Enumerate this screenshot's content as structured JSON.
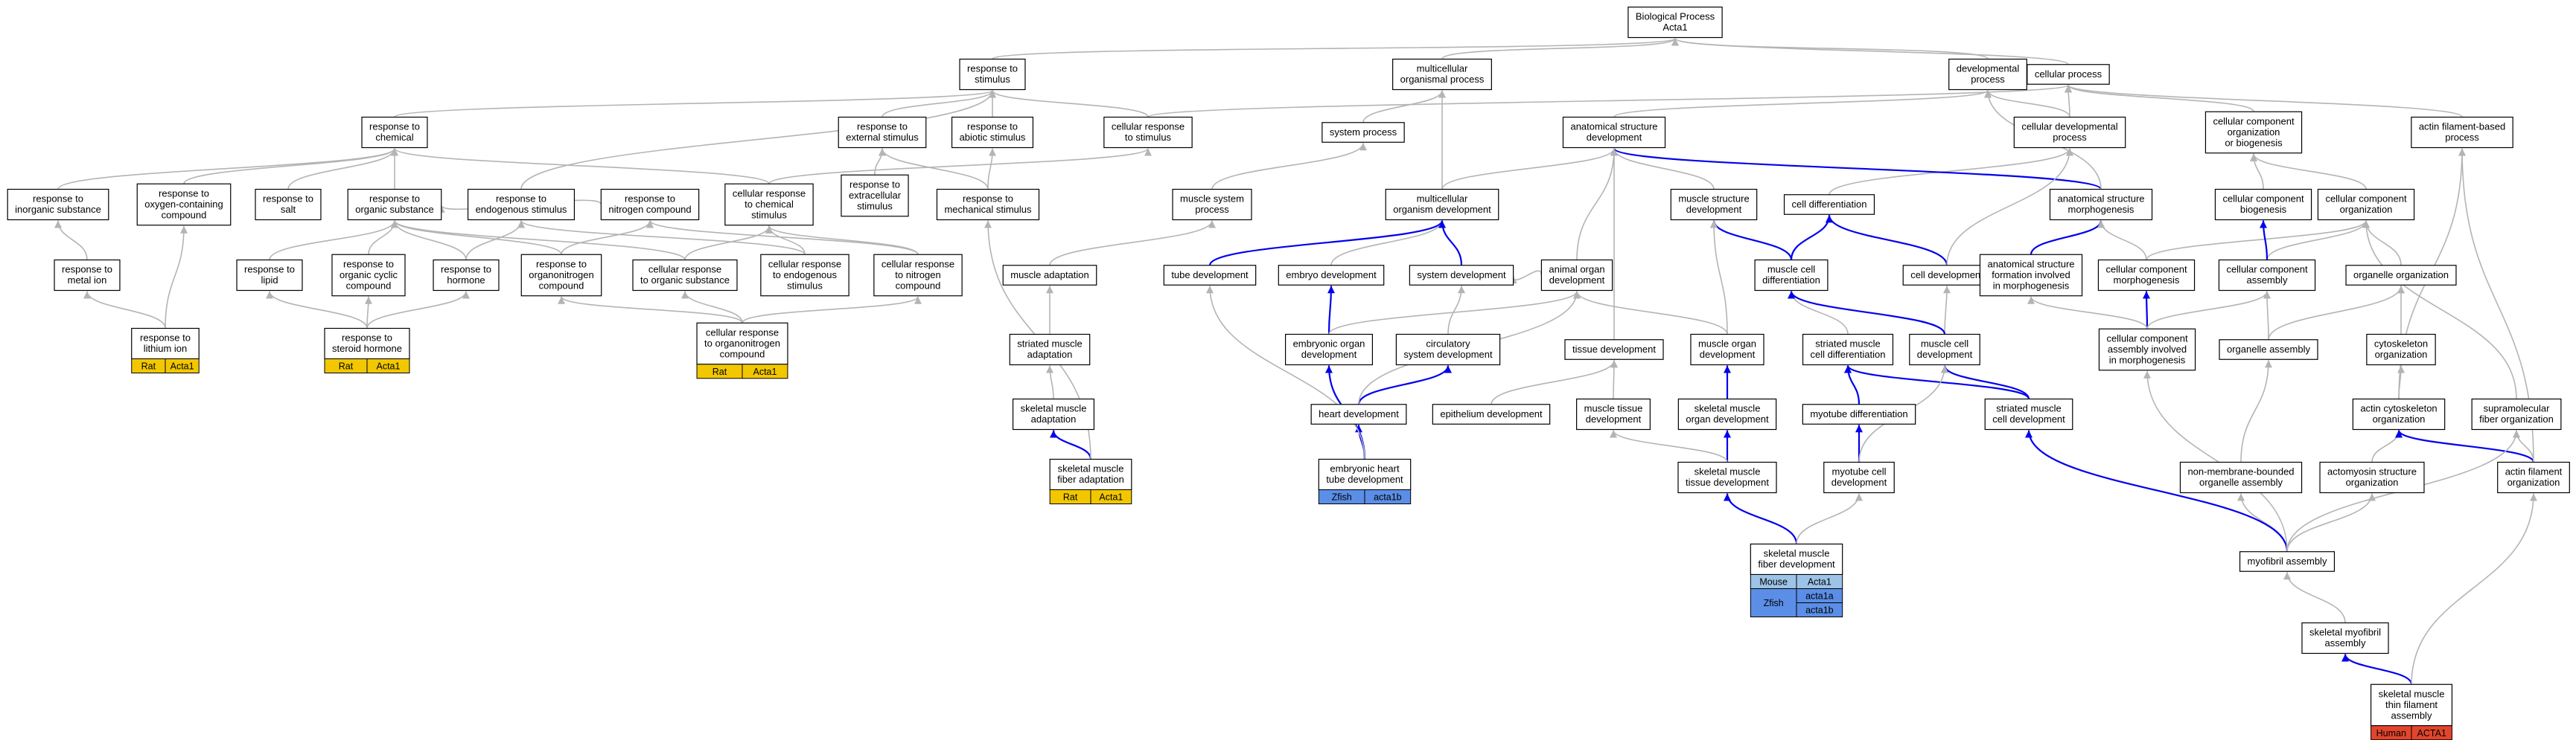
{
  "colors": {
    "rat": "#f2c700",
    "human": "#e2452c",
    "mouse": "#9dc3e6",
    "zfish": "#5b8ee6",
    "gray_edge": "#b4b4b4",
    "blue_edge": "#0000ee"
  },
  "nodes": {
    "bp": {
      "lines": [
        "Biological Process",
        "Acta1"
      ]
    },
    "rts": {
      "lines": [
        "response to",
        "stimulus"
      ]
    },
    "mop": {
      "lines": [
        "multicellular",
        "organismal process"
      ]
    },
    "devp": {
      "lines": [
        "developmental",
        "process"
      ]
    },
    "cellp": {
      "lines": [
        "cellular process"
      ]
    },
    "rtc": {
      "lines": [
        "response to",
        "chemical"
      ]
    },
    "rtes": {
      "lines": [
        "response to",
        "external stimulus"
      ]
    },
    "rtas": {
      "lines": [
        "response to",
        "abiotic stimulus"
      ]
    },
    "crts": {
      "lines": [
        "cellular response",
        "to stimulus"
      ]
    },
    "sysp": {
      "lines": [
        "system process"
      ]
    },
    "asd": {
      "lines": [
        "anatomical structure",
        "development"
      ]
    },
    "cdp": {
      "lines": [
        "cellular developmental",
        "process"
      ]
    },
    "ccob": {
      "lines": [
        "cellular component",
        "organization",
        "or biogenesis"
      ]
    },
    "afbp": {
      "lines": [
        "actin filament-based",
        "process"
      ]
    },
    "rtis": {
      "lines": [
        "response to",
        "inorganic substance"
      ]
    },
    "rtocc": {
      "lines": [
        "response to",
        "oxygen-containing",
        "compound"
      ]
    },
    "rtsalt": {
      "lines": [
        "response to",
        "salt"
      ]
    },
    "rtos": {
      "lines": [
        "response to",
        "organic substance"
      ]
    },
    "rtens": {
      "lines": [
        "response to",
        "endogenous stimulus"
      ]
    },
    "rtnc": {
      "lines": [
        "response to",
        "nitrogen compound"
      ]
    },
    "crtcs": {
      "lines": [
        "cellular response",
        "to chemical",
        "stimulus"
      ]
    },
    "rtexs": {
      "lines": [
        "response to",
        "extracellular",
        "stimulus"
      ]
    },
    "rtms": {
      "lines": [
        "response to",
        "mechanical stimulus"
      ]
    },
    "msp": {
      "lines": [
        "muscle system",
        "process"
      ]
    },
    "mod": {
      "lines": [
        "multicellular",
        "organism development"
      ]
    },
    "msd": {
      "lines": [
        "muscle structure",
        "development"
      ]
    },
    "celldiff": {
      "lines": [
        "cell differentiation"
      ]
    },
    "asm": {
      "lines": [
        "anatomical structure",
        "morphogenesis"
      ]
    },
    "ccbio": {
      "lines": [
        "cellular component",
        "biogenesis"
      ]
    },
    "cco": {
      "lines": [
        "cellular component",
        "organization"
      ]
    },
    "rtmi": {
      "lines": [
        "response to",
        "metal ion"
      ]
    },
    "rtlipid": {
      "lines": [
        "response to",
        "lipid"
      ]
    },
    "rtocyc": {
      "lines": [
        "response to",
        "organic cyclic",
        "compound"
      ]
    },
    "rthorm": {
      "lines": [
        "response to",
        "hormone"
      ]
    },
    "rtorgn": {
      "lines": [
        "response to",
        "organonitrogen",
        "compound"
      ]
    },
    "crtos": {
      "lines": [
        "cellular response",
        "to organic substance"
      ]
    },
    "crtens": {
      "lines": [
        "cellular response",
        "to endogenous",
        "stimulus"
      ]
    },
    "crtnc": {
      "lines": [
        "cellular response",
        "to nitrogen",
        "compound"
      ]
    },
    "madapt": {
      "lines": [
        "muscle adaptation"
      ]
    },
    "tubedev": {
      "lines": [
        "tube development"
      ]
    },
    "embdev": {
      "lines": [
        "embryo development"
      ]
    },
    "sysdev": {
      "lines": [
        "system development"
      ]
    },
    "aod": {
      "lines": [
        "animal organ",
        "development"
      ]
    },
    "mcd": {
      "lines": [
        "muscle cell",
        "differentiation"
      ]
    },
    "celldev": {
      "lines": [
        "cell development"
      ]
    },
    "asfim": {
      "lines": [
        "anatomical structure",
        "formation involved",
        "in morphogenesis"
      ]
    },
    "ccm": {
      "lines": [
        "cellular component",
        "morphogenesis"
      ]
    },
    "cca": {
      "lines": [
        "cellular component",
        "assembly"
      ]
    },
    "orgorg": {
      "lines": [
        "organelle organization"
      ]
    },
    "rtli": {
      "lines": [
        "response to",
        "lithium ion"
      ],
      "species": [
        {
          "label": "Rat",
          "gene": "Acta1",
          "color": "#f2c700"
        }
      ]
    },
    "rtsh": {
      "lines": [
        "response to",
        "steroid hormone"
      ],
      "species": [
        {
          "label": "Rat",
          "gene": "Acta1",
          "color": "#f2c700"
        }
      ]
    },
    "crtorgn": {
      "lines": [
        "cellular response",
        "to organonitrogen",
        "compound"
      ],
      "species": [
        {
          "label": "Rat",
          "gene": "Acta1",
          "color": "#f2c700"
        }
      ]
    },
    "stma": {
      "lines": [
        "striated muscle",
        "adaptation"
      ]
    },
    "eod": {
      "lines": [
        "embryonic organ",
        "development"
      ]
    },
    "csd": {
      "lines": [
        "circulatory",
        "system development"
      ]
    },
    "tissdev": {
      "lines": [
        "tissue development"
      ]
    },
    "mod2": {
      "lines": [
        "muscle organ",
        "development"
      ]
    },
    "smcd": {
      "lines": [
        "striated muscle",
        "cell differentiation"
      ]
    },
    "mcdev": {
      "lines": [
        "muscle cell",
        "development"
      ]
    },
    "ccaim": {
      "lines": [
        "cellular component",
        "assembly involved",
        "in morphogenesis"
      ]
    },
    "orgasm": {
      "lines": [
        "organelle assembly"
      ]
    },
    "cytorg": {
      "lines": [
        "cytoskeleton",
        "organization"
      ]
    },
    "skma": {
      "lines": [
        "skeletal muscle",
        "adaptation"
      ]
    },
    "heartdev": {
      "lines": [
        "heart development"
      ]
    },
    "epidev": {
      "lines": [
        "epithelium development"
      ]
    },
    "mtd": {
      "lines": [
        "muscle tissue",
        "development"
      ]
    },
    "skmod": {
      "lines": [
        "skeletal muscle",
        "organ development"
      ]
    },
    "mtdiff": {
      "lines": [
        "myotube differentiation"
      ]
    },
    "stmcd": {
      "lines": [
        "striated muscle",
        "cell development"
      ]
    },
    "acyto": {
      "lines": [
        "actin cytoskeleton",
        "organization"
      ]
    },
    "smfo": {
      "lines": [
        "supramolecular",
        "fiber organization"
      ]
    },
    "skmfa": {
      "lines": [
        "skeletal muscle",
        "fiber adaptation"
      ],
      "species": [
        {
          "label": "Rat",
          "gene": "Acta1",
          "color": "#f2c700"
        }
      ]
    },
    "ehtd": {
      "lines": [
        "embryonic heart",
        "tube development"
      ],
      "species": [
        {
          "label": "Zfish",
          "gene": "acta1b",
          "color": "#5b8ee6"
        }
      ]
    },
    "skmtd": {
      "lines": [
        "skeletal muscle",
        "tissue development"
      ]
    },
    "mtcd": {
      "lines": [
        "myotube cell",
        "development"
      ]
    },
    "nmboa": {
      "lines": [
        "non-membrane-bounded",
        "organelle assembly"
      ]
    },
    "acto": {
      "lines": [
        "actomyosin structure",
        "organization"
      ]
    },
    "afo": {
      "lines": [
        "actin filament",
        "organization"
      ]
    },
    "skmfd": {
      "lines": [
        "skeletal muscle",
        "fiber development"
      ],
      "species": [
        {
          "label": "Mouse",
          "gene": "Acta1",
          "color": "#9dc3e6"
        },
        {
          "label": "Zfish",
          "genes": [
            "acta1a",
            "acta1b"
          ],
          "color": "#5b8ee6"
        }
      ]
    },
    "myoasm": {
      "lines": [
        "myofibril assembly"
      ]
    },
    "skmyo": {
      "lines": [
        "skeletal myofibril",
        "assembly"
      ]
    },
    "skmtfa": {
      "lines": [
        "skeletal muscle",
        "thin filament",
        "assembly"
      ],
      "species": [
        {
          "label": "Human",
          "gene": "ACTA1",
          "color": "#e2452c"
        }
      ]
    }
  },
  "edges": [
    [
      "rts",
      "bp",
      "g"
    ],
    [
      "mop",
      "bp",
      "g"
    ],
    [
      "devp",
      "bp",
      "g"
    ],
    [
      "cellp",
      "bp",
      "g"
    ],
    [
      "rtc",
      "rts",
      "g"
    ],
    [
      "rtes",
      "rts",
      "g"
    ],
    [
      "rtas",
      "rts",
      "g"
    ],
    [
      "crts",
      "rts",
      "g"
    ],
    [
      "crts",
      "cellp",
      "g"
    ],
    [
      "sysp",
      "mop",
      "g"
    ],
    [
      "asd",
      "devp",
      "g"
    ],
    [
      "cdp",
      "devp",
      "g"
    ],
    [
      "cdp",
      "cellp",
      "g"
    ],
    [
      "ccob",
      "cellp",
      "g"
    ],
    [
      "afbp",
      "cellp",
      "g"
    ],
    [
      "rtis",
      "rtc",
      "g"
    ],
    [
      "rtocc",
      "rtc",
      "g"
    ],
    [
      "rtsalt",
      "rtc",
      "g"
    ],
    [
      "rtos",
      "rtc",
      "g"
    ],
    [
      "rtens",
      "rts",
      "g"
    ],
    [
      "rtnc",
      "rtos",
      "g"
    ],
    [
      "crtcs",
      "rtc",
      "g"
    ],
    [
      "crtcs",
      "crts",
      "g"
    ],
    [
      "rtexs",
      "rtes",
      "g"
    ],
    [
      "rtms",
      "rtas",
      "g"
    ],
    [
      "rtms",
      "rtes",
      "g"
    ],
    [
      "msp",
      "sysp",
      "g"
    ],
    [
      "mod",
      "mop",
      "g"
    ],
    [
      "mod",
      "asd",
      "g"
    ],
    [
      "msd",
      "asd",
      "g"
    ],
    [
      "celldiff",
      "cdp",
      "g"
    ],
    [
      "asm",
      "asd",
      "b"
    ],
    [
      "asm",
      "devp",
      "g"
    ],
    [
      "ccbio",
      "ccob",
      "g"
    ],
    [
      "cco",
      "ccob",
      "g"
    ],
    [
      "rtmi",
      "rtis",
      "g"
    ],
    [
      "rtlipid",
      "rtos",
      "g"
    ],
    [
      "rtocyc",
      "rtos",
      "g"
    ],
    [
      "rthorm",
      "rtens",
      "g"
    ],
    [
      "rthorm",
      "rtos",
      "g"
    ],
    [
      "rtorgn",
      "rtnc",
      "g"
    ],
    [
      "rtorgn",
      "rtos",
      "g"
    ],
    [
      "crtos",
      "rtos",
      "g"
    ],
    [
      "crtos",
      "crtcs",
      "g"
    ],
    [
      "crtens",
      "rtens",
      "g"
    ],
    [
      "crtens",
      "crtcs",
      "g"
    ],
    [
      "crtnc",
      "rtnc",
      "g"
    ],
    [
      "crtnc",
      "crtcs",
      "g"
    ],
    [
      "madapt",
      "msp",
      "g"
    ],
    [
      "tubedev",
      "mod",
      "b"
    ],
    [
      "embdev",
      "mod",
      "g"
    ],
    [
      "sysdev",
      "mod",
      "b"
    ],
    [
      "aod",
      "sysdev",
      "g"
    ],
    [
      "aod",
      "asd",
      "g"
    ],
    [
      "mcd",
      "celldiff",
      "b"
    ],
    [
      "mcd",
      "msd",
      "b"
    ],
    [
      "celldev",
      "celldiff",
      "b"
    ],
    [
      "celldev",
      "cdp",
      "g"
    ],
    [
      "asfim",
      "asm",
      "b"
    ],
    [
      "ccm",
      "asm",
      "g"
    ],
    [
      "ccm",
      "cco",
      "g"
    ],
    [
      "cca",
      "cco",
      "g"
    ],
    [
      "cca",
      "ccbio",
      "b"
    ],
    [
      "orgorg",
      "cco",
      "g"
    ],
    [
      "rtli",
      "rtmi",
      "g"
    ],
    [
      "rtli",
      "rtocc",
      "g"
    ],
    [
      "rtsh",
      "rtlipid",
      "g"
    ],
    [
      "rtsh",
      "rtocyc",
      "g"
    ],
    [
      "rtsh",
      "rthorm",
      "g"
    ],
    [
      "crtorgn",
      "rtorgn",
      "g"
    ],
    [
      "crtorgn",
      "crtos",
      "g"
    ],
    [
      "crtorgn",
      "crtnc",
      "g"
    ],
    [
      "stma",
      "madapt",
      "g"
    ],
    [
      "eod",
      "embdev",
      "b"
    ],
    [
      "eod",
      "aod",
      "g"
    ],
    [
      "csd",
      "sysdev",
      "g"
    ],
    [
      "tissdev",
      "asd",
      "g"
    ],
    [
      "mod2",
      "aod",
      "g"
    ],
    [
      "mod2",
      "msd",
      "g"
    ],
    [
      "smcd",
      "mcd",
      "g"
    ],
    [
      "mcdev",
      "celldev",
      "g"
    ],
    [
      "mcdev",
      "mcd",
      "b"
    ],
    [
      "ccaim",
      "ccm",
      "b"
    ],
    [
      "ccaim",
      "asfim",
      "g"
    ],
    [
      "ccaim",
      "cca",
      "g"
    ],
    [
      "orgasm",
      "cca",
      "g"
    ],
    [
      "orgasm",
      "orgorg",
      "g"
    ],
    [
      "cytorg",
      "orgorg",
      "g"
    ],
    [
      "skma",
      "stma",
      "g"
    ],
    [
      "heartdev",
      "csd",
      "b"
    ],
    [
      "heartdev",
      "aod",
      "g"
    ],
    [
      "epidev",
      "tissdev",
      "g"
    ],
    [
      "mtd",
      "tissdev",
      "g"
    ],
    [
      "skmod",
      "mod2",
      "b"
    ],
    [
      "mtdiff",
      "smcd",
      "b"
    ],
    [
      "stmcd",
      "mcdev",
      "b"
    ],
    [
      "stmcd",
      "smcd",
      "b"
    ],
    [
      "acyto",
      "cytorg",
      "g"
    ],
    [
      "acyto",
      "afbp",
      "g"
    ],
    [
      "smfo",
      "cco",
      "g"
    ],
    [
      "skmfa",
      "skma",
      "b"
    ],
    [
      "skmfa",
      "rtms",
      "g"
    ],
    [
      "ehtd",
      "heartdev",
      "b"
    ],
    [
      "ehtd",
      "eod",
      "b"
    ],
    [
      "ehtd",
      "tubedev",
      "g"
    ],
    [
      "skmtd",
      "skmod",
      "b"
    ],
    [
      "skmtd",
      "mtd",
      "g"
    ],
    [
      "mtcd",
      "mtdiff",
      "b"
    ],
    [
      "mtcd",
      "mcdev",
      "g"
    ],
    [
      "nmboa",
      "orgasm",
      "g"
    ],
    [
      "acto",
      "acyto",
      "g"
    ],
    [
      "afo",
      "acyto",
      "b"
    ],
    [
      "afo",
      "smfo",
      "g"
    ],
    [
      "afo",
      "afbp",
      "g"
    ],
    [
      "skmfd",
      "skmtd",
      "b"
    ],
    [
      "skmfd",
      "mtcd",
      "g"
    ],
    [
      "myoasm",
      "nmboa",
      "g"
    ],
    [
      "myoasm",
      "acto",
      "g"
    ],
    [
      "myoasm",
      "stmcd",
      "b"
    ],
    [
      "myoasm",
      "ccaim",
      "g"
    ],
    [
      "myoasm",
      "smfo",
      "g"
    ],
    [
      "skmyo",
      "myoasm",
      "g"
    ],
    [
      "skmtfa",
      "skmyo",
      "b"
    ],
    [
      "skmtfa",
      "afo",
      "g"
    ]
  ]
}
